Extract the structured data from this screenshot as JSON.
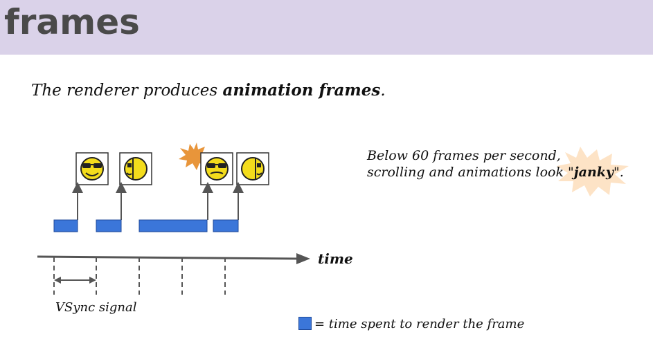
{
  "header": {
    "title": "frames"
  },
  "intro": {
    "prefix": "The renderer produces ",
    "emphasis": "animation frames",
    "suffix": "."
  },
  "note": {
    "line1": "Below 60 frames per second,",
    "line2_prefix": "scrolling and animations look \"",
    "line2_emphasis": "janky",
    "line2_suffix": "\"."
  },
  "diagram": {
    "axis_label": "time",
    "vsync_label": "VSync signal",
    "legend_text": "= time spent to render the frame",
    "frame_icons": [
      "smiley-sunglasses-icon",
      "smiley-profile-icon",
      "smiley-sunglasses-icon",
      "smiley-profile-icon"
    ]
  },
  "colors": {
    "header_bg": "#dad2e9",
    "render_bar": "#3b76d9",
    "burst_dark": "#e8953a",
    "burst_light": "#fde3c6"
  }
}
